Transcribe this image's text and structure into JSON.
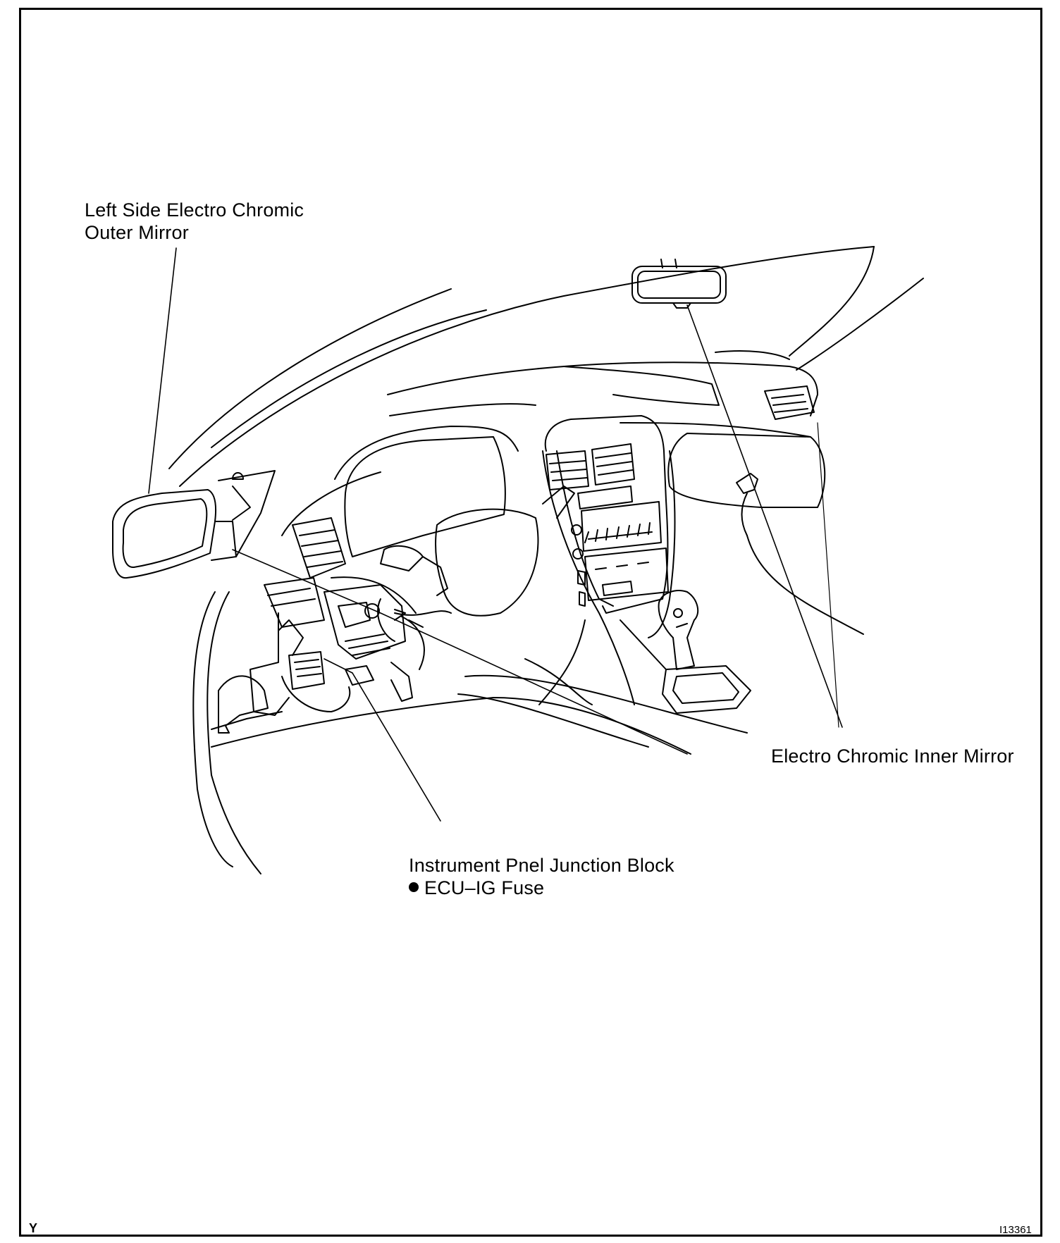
{
  "callouts": {
    "outer_mirror": [
      "Left Side Electro Chromic",
      "Outer Mirror"
    ],
    "inner_mirror": "Electro Chromic Inner Mirror",
    "junction_block": "Instrument Pnel Junction Block",
    "fuse": "ECU–IG Fuse"
  },
  "corner_marks": {
    "left": "Y",
    "right": "I13361"
  }
}
